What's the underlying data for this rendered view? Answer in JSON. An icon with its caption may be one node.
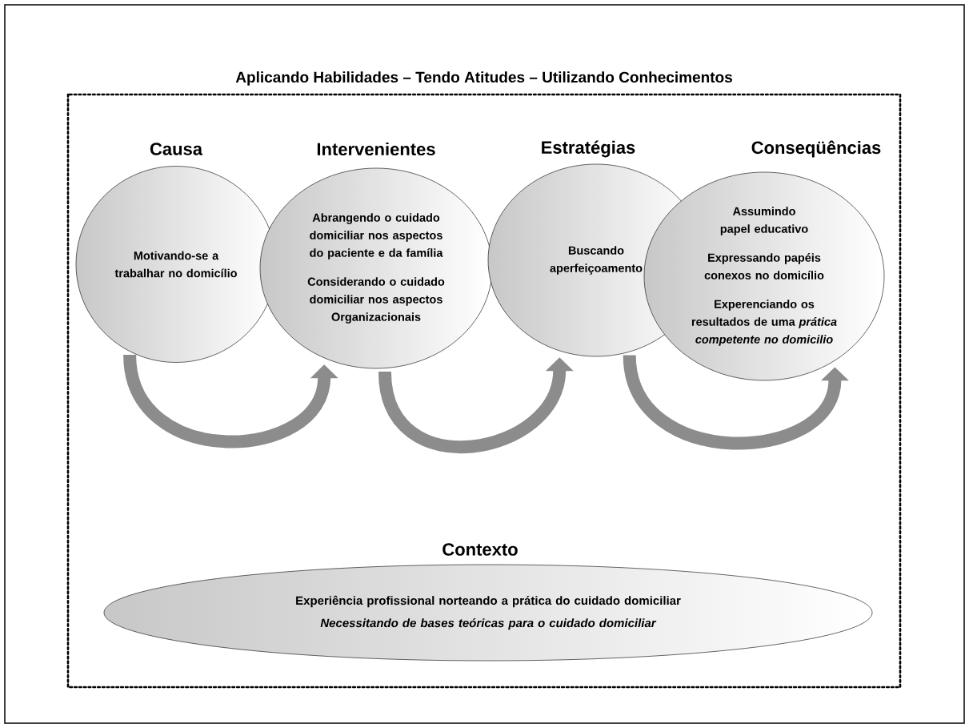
{
  "diagram": {
    "title": "Aplicando Habilidades – Tendo Atitudes – Utilizando Conhecimentos",
    "nodes": [
      {
        "text": [
          "Causa",
          "Motivando-se a trabalhar no domicílio"
        ]
      },
      {
        "text": [
          "Intervenientes",
          "Abrangendo o cuidado domiciliar nos aspectos do paciente e da família",
          "Considerando o cuidado domiciliar nos aspectos Organizacionais"
        ]
      },
      {
        "text": [
          "Estratégias",
          "Buscando aperfeiçoamento"
        ]
      },
      {
        "text": [
          "Conseqüências",
          "Assumindo papel educativo",
          "Expressando papéis conexos no domicílio",
          "Experenciando os resultados de uma *prática competente no domicilio*"
        ]
      },
      {
        "text": [
          "Contexto",
          "Experiência profissional norteando a prática do cuidado domiciliar",
          "Necessitando de bases teóricas para o cuidado domiciliar"
        ]
      }
    ],
    "edges": [
      {
        "from": 0,
        "to": 1,
        "arrow": "to"
      },
      {
        "from": 1,
        "to": 2,
        "arrow": "to"
      },
      {
        "from": 2,
        "to": 3,
        "arrow": "to"
      }
    ]
  }
}
